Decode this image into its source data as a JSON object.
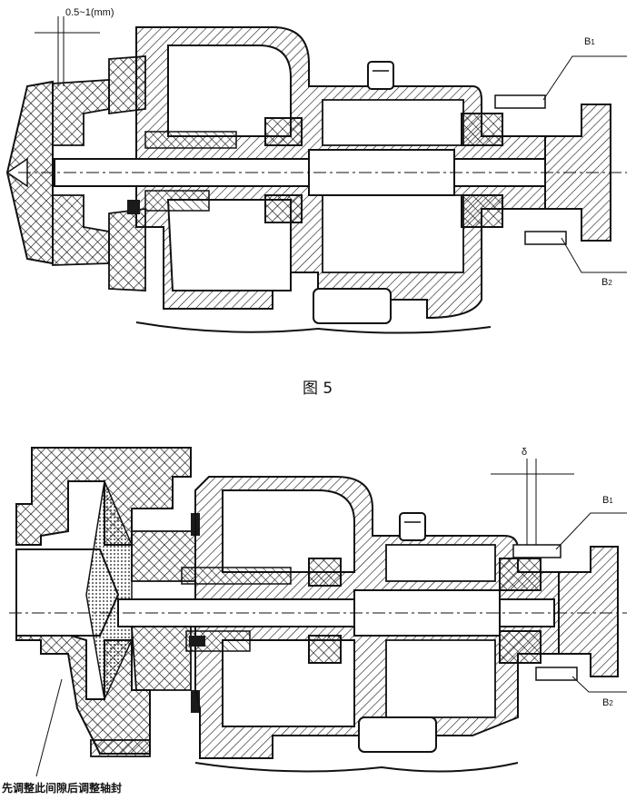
{
  "figure_top": {
    "clearance_label": "0.5~1(mm)",
    "b1_label": "B",
    "b1_sub": "1",
    "b2_label": "B",
    "b2_sub": "2",
    "caption": "图 5"
  },
  "figure_bottom": {
    "gap_label": "δ",
    "b1_label": "B",
    "b1_sub": "1",
    "b2_label": "B",
    "b2_sub": "2",
    "note": "先调整此间隙后调整轴封"
  },
  "colors": {
    "ink": "#111111",
    "paper": "#ffffff",
    "fill": "#1a1a1a"
  }
}
